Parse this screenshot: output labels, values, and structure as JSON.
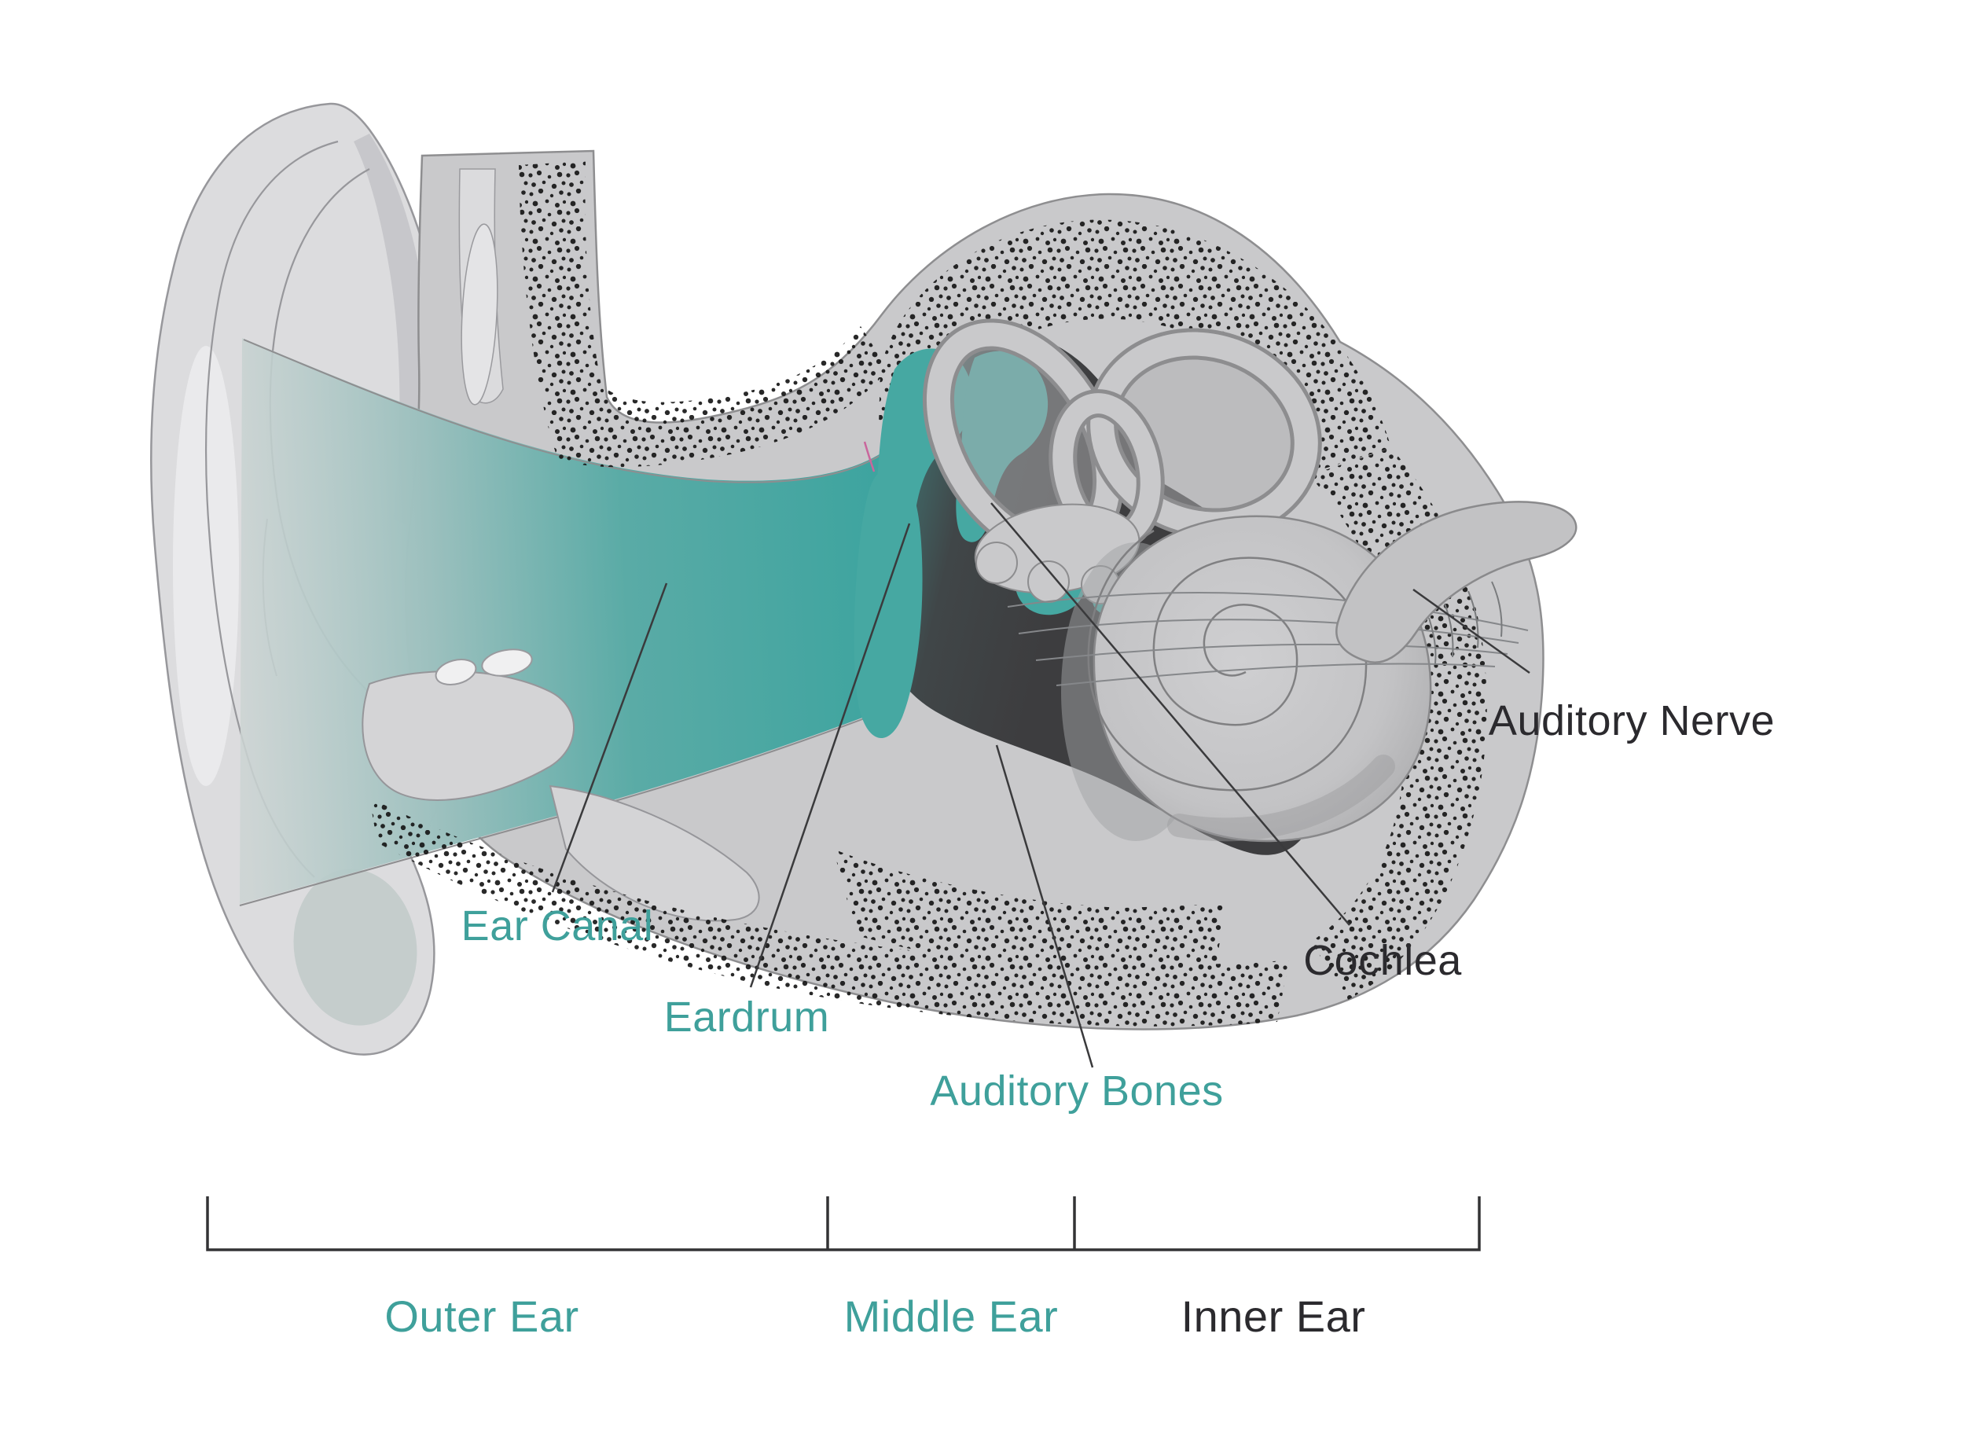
{
  "diagram": {
    "title": "Human Ear Anatomy Diagram",
    "structure_labels": [
      {
        "id": "ear_canal",
        "text": "Ear Canal",
        "color_role": "teal"
      },
      {
        "id": "eardrum",
        "text": "Eardrum",
        "color_role": "teal"
      },
      {
        "id": "auditory_bones",
        "text": "Auditory Bones",
        "color_role": "teal"
      },
      {
        "id": "cochlea",
        "text": "Cochlea",
        "color_role": "dark"
      },
      {
        "id": "auditory_nerve",
        "text": "Auditory Nerve",
        "color_role": "dark"
      }
    ],
    "region_labels": [
      {
        "id": "outer_ear",
        "text": "Outer Ear",
        "color_role": "teal"
      },
      {
        "id": "middle_ear",
        "text": "Middle Ear",
        "color_role": "teal"
      },
      {
        "id": "inner_ear",
        "text": "Inner Ear",
        "color_role": "dark"
      }
    ],
    "colors": {
      "teal_text": "#3fa09b",
      "dark_text": "#2b2a2e",
      "teal_fill": "#46a8a2",
      "bone_gray": "#c9c9cb",
      "pinna_gray": "#dcdcde",
      "cavity_dark": "#3d3d3f",
      "outline_gray": "#8e8e90",
      "leader_line": "#3a3a3c",
      "pink_accent": "#e59ab5",
      "background": "#ffffff"
    }
  }
}
